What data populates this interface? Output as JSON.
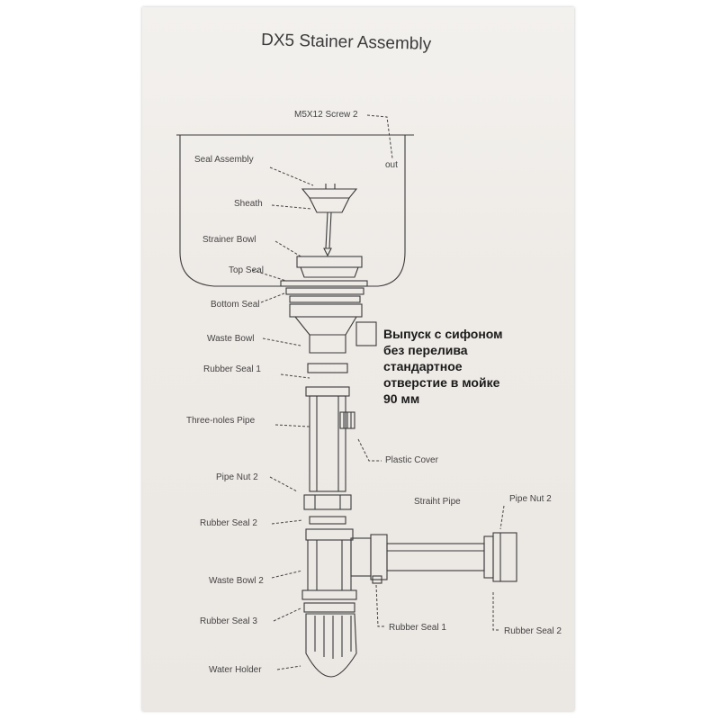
{
  "title": "DX5 Stainer Assembly",
  "labels": {
    "screw": "M5X12 Screw 2",
    "out": "out",
    "seal_assembly": "Seal Assembly",
    "sheath": "Sheath",
    "strainer_bowl": "Strainer Bowl",
    "top_seal": "Top Seal",
    "bottom_seal": "Bottom Seal",
    "waste_bowl": "Waste Bowl",
    "rubber_seal_1": "Rubber Seal 1",
    "three_holes_pipe": "Three-noles Pipe",
    "plastic_cover": "Plastic Cover",
    "pipe_nut_2_left": "Pipe Nut 2",
    "rubber_seal_2_left": "Rubber Seal 2",
    "straight_pipe": "Straiht Pipe",
    "pipe_nut_2_right": "Pipe Nut 2",
    "waste_bowl_2": "Waste Bowl 2",
    "rubber_seal_3": "Rubber Seal 3",
    "rubber_seal_1_bottom": "Rubber Seal 1",
    "rubber_seal_2_right": "Rubber Seal 2",
    "water_holder": "Water Holder"
  },
  "note": "Выпуск с сифоном\nбез перелива\nстандартное\nотверстие в мойке\n90 мм",
  "colors": {
    "paper": "#eeeae6",
    "ink": "#3b3b3b",
    "note": "#1a1a1a"
  }
}
